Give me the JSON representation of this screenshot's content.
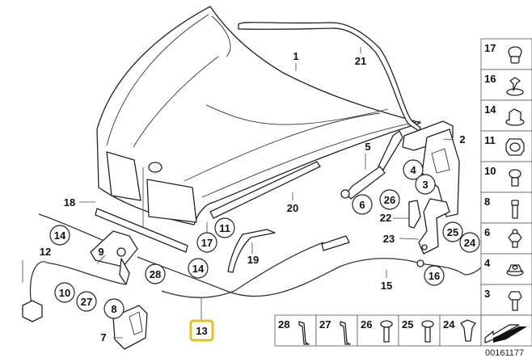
{
  "diagram": {
    "title": "Hood and hood mechanism exploded parts diagram",
    "diagram_id": "00161177",
    "highlighted_part": "13",
    "highlight_color": "#e6c21f",
    "callouts": {
      "c1": "1",
      "c2": "2",
      "c3": "3",
      "c4": "4",
      "c5": "5",
      "c6": "6",
      "c7": "7",
      "c8": "8",
      "c9": "9",
      "c10": "10",
      "c11": "11",
      "c12": "12",
      "c13": "13",
      "c14a": "14",
      "c14b": "14",
      "c15": "15",
      "c16": "16",
      "c17": "17",
      "c18": "18",
      "c19": "19",
      "c20": "20",
      "c21": "21",
      "c22": "22",
      "c23": "23",
      "c24": "24",
      "c25": "25",
      "c26": "26",
      "c27": "27",
      "c28": "28"
    },
    "side_panel": [
      {
        "number": "17",
        "icon": "clip-cap-icon"
      },
      {
        "number": "16",
        "icon": "push-clip-icon"
      },
      {
        "number": "14",
        "icon": "spring-clip-icon"
      },
      {
        "number": "11",
        "icon": "grommet-icon"
      },
      {
        "number": "10",
        "icon": "buffer-screw-icon"
      },
      {
        "number": "8",
        "icon": "bolt-icon"
      },
      {
        "number": "6",
        "icon": "ball-stud-icon"
      },
      {
        "number": "4",
        "icon": "hex-nut-icon"
      },
      {
        "number": "3",
        "icon": "hex-bolt-icon"
      }
    ],
    "bottom_panel": [
      {
        "number": "28",
        "icon": "bracket-clip-icon"
      },
      {
        "number": "27",
        "icon": "bracket-clip-icon"
      },
      {
        "number": "26",
        "icon": "tapping-screw-icon"
      },
      {
        "number": "25",
        "icon": "tapping-screw-icon"
      },
      {
        "number": "24",
        "icon": "expanding-nut-icon"
      }
    ]
  }
}
